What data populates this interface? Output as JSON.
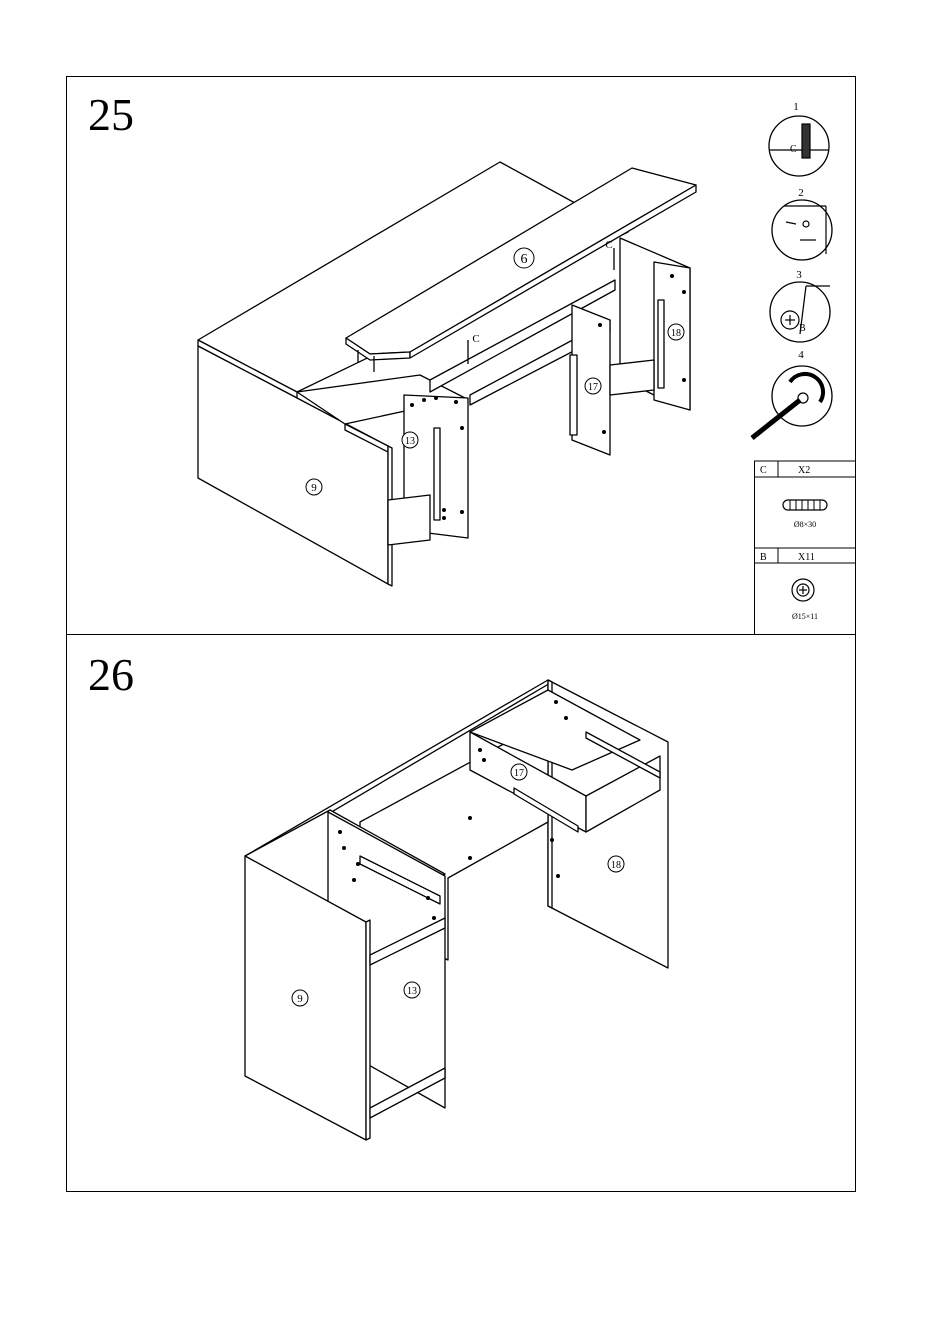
{
  "steps": [
    {
      "number": "25"
    },
    {
      "number": "26"
    }
  ],
  "step25": {
    "part_labels": {
      "p6": "6",
      "p9": "9",
      "p13": "13",
      "p17": "17",
      "p18": "18"
    },
    "dowel_marks": {
      "c1": "C",
      "c2": "C"
    },
    "sub_steps": [
      "1",
      "2",
      "3",
      "4"
    ],
    "sub_labels": {
      "c": "C",
      "b": "B"
    }
  },
  "hardware": [
    {
      "code": "C",
      "qty": "X2",
      "size": "Ø8×30",
      "icon": "dowel-icon"
    },
    {
      "code": "B",
      "qty": "X11",
      "size": "Ø15×11",
      "icon": "cam-lock-icon"
    }
  ],
  "step26": {
    "part_labels": {
      "p9": "9",
      "p13": "13",
      "p17": "17",
      "p18": "18"
    }
  }
}
